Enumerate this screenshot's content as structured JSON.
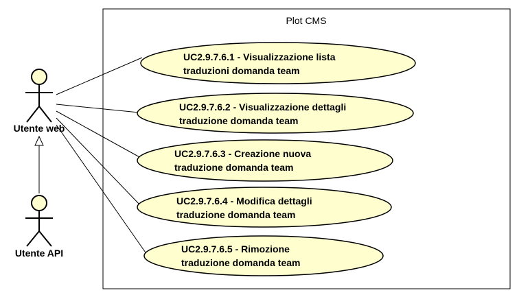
{
  "system": {
    "name": "Plot CMS"
  },
  "actors": [
    {
      "id": "web",
      "label": "Utente web"
    },
    {
      "id": "api",
      "label": "Utente API"
    }
  ],
  "use_cases": [
    {
      "line1": "UC2.9.7.6.1 - Visualizzazione lista",
      "line2": "traduzioni domanda team"
    },
    {
      "line1": "UC2.9.7.6.2 - Visualizzazione dettagli",
      "line2": "traduzione domanda team"
    },
    {
      "line1": "UC2.9.7.6.3 - Creazione nuova",
      "line2": "traduzione domanda team"
    },
    {
      "line1": "UC2.9.7.6.4 - Modifica dettagli",
      "line2": "traduzione domanda team"
    },
    {
      "line1": "UC2.9.7.6.5 - Rimozione",
      "line2": "traduzione domanda team"
    }
  ],
  "colors": {
    "use_case_fill": "#FEFECE",
    "actor_fill": "#FEFECE",
    "stroke": "#000000"
  }
}
